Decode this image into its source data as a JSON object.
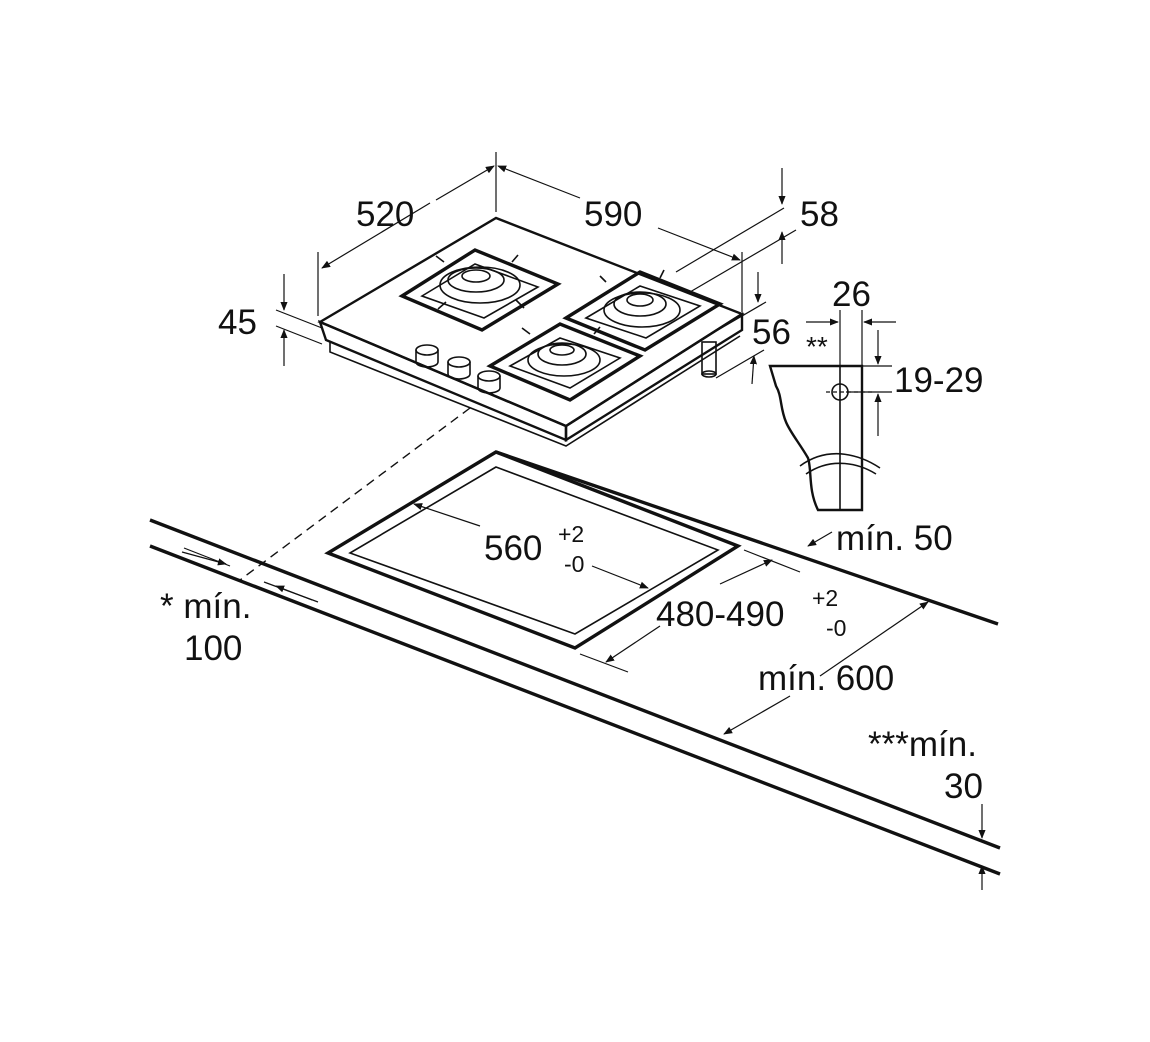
{
  "labels": {
    "depth": "520",
    "width": "590",
    "glass_height": "58",
    "thickness": "45",
    "body_height": "56",
    "note_double_star": "**",
    "bracket_width": "26",
    "bracket_range": "19-29",
    "min_back": "mín. 50",
    "cutout_width_main": "560",
    "cutout_width_sup": "+2",
    "cutout_width_sub": "-0",
    "cutout_depth_main": "480-490",
    "cutout_depth_sup": "+2",
    "cutout_depth_sub": "-0",
    "min_side_line1": "* mín.",
    "min_side_line2": "100",
    "min_depth": "mín. 600",
    "min_thickness_line1": "***mín.",
    "min_thickness_line2": "30"
  },
  "colors": {
    "line": "#111111",
    "burner_fill": "#bdbdbd",
    "background": "#ffffff"
  }
}
